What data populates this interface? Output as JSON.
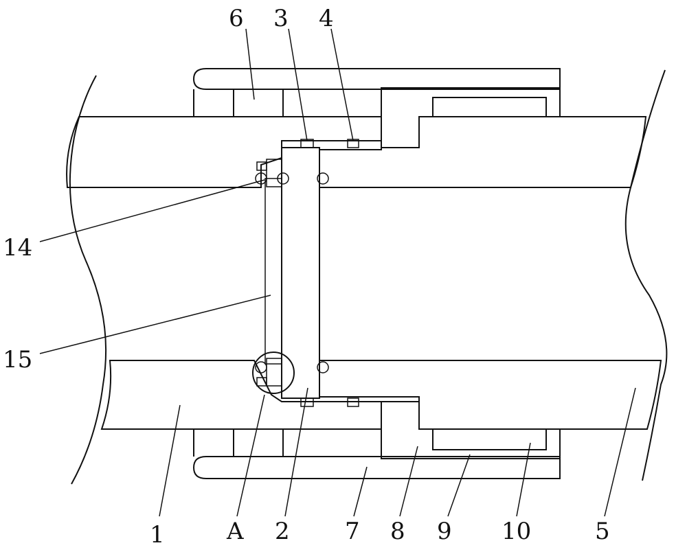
{
  "labels": {
    "l1": "1",
    "l2": "2",
    "l3": "3",
    "l4": "4",
    "l5": "5",
    "l6": "6",
    "l7": "7",
    "l8": "8",
    "l9": "9",
    "l10": "10",
    "l14": "14",
    "l15": "15",
    "lA": "A"
  },
  "colors": {
    "stroke": "#111111",
    "background": "#ffffff"
  }
}
